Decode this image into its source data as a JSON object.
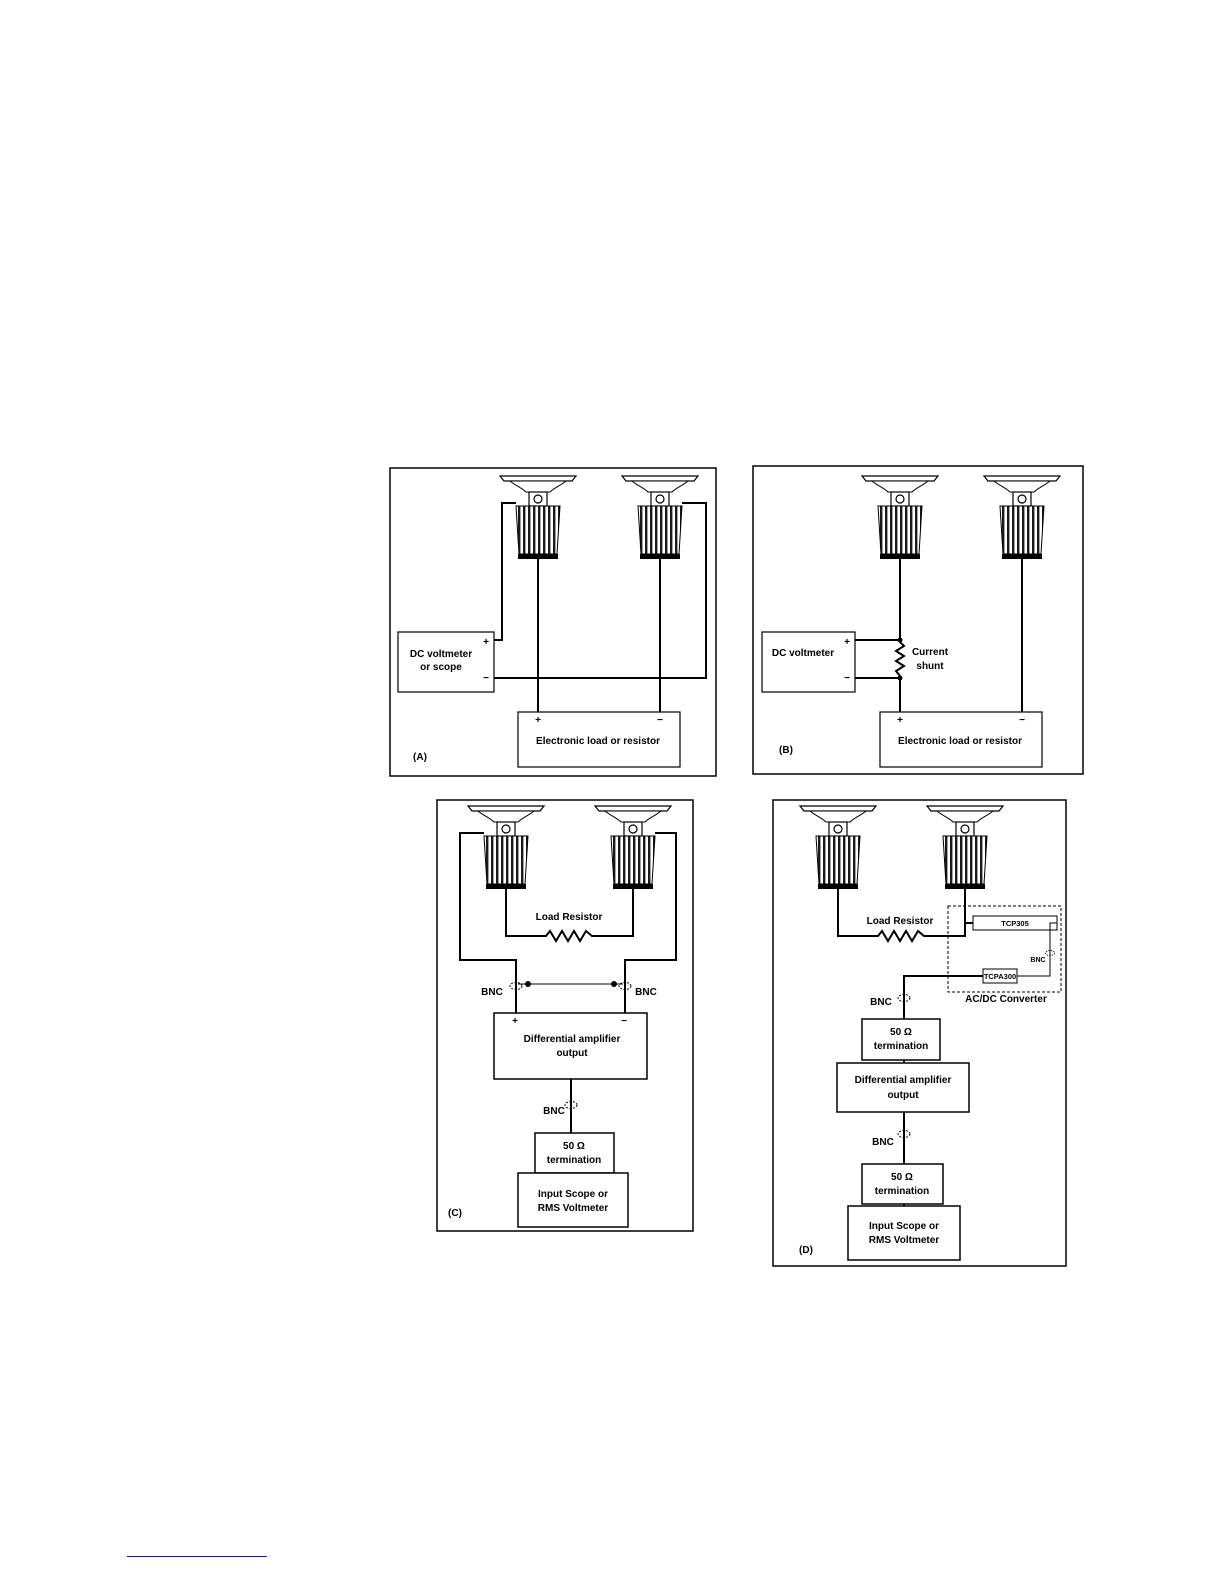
{
  "panel_a": {
    "tag": "(A)",
    "meter_line1": "DC voltmeter",
    "meter_line2": "or scope",
    "plus": "+",
    "minus": "−",
    "load_label": "Electronic load or resistor"
  },
  "panel_b": {
    "tag": "(B)",
    "meter_label": "DC voltmeter",
    "shunt_line1": "Current",
    "shunt_line2": "shunt",
    "plus": "+",
    "minus": "−",
    "load_label": "Electronic load or resistor"
  },
  "panel_c": {
    "tag": "(C)",
    "resistor_label": "Load Resistor",
    "bnc": "BNC",
    "amp_line1": "Differential amplifier",
    "amp_line2": "output",
    "plus": "+",
    "minus": "−",
    "term_line1": "50 Ω",
    "term_line2": "termination",
    "scope_line1": "Input Scope or",
    "scope_line2": "RMS Voltmeter"
  },
  "panel_d": {
    "tag": "(D)",
    "resistor_label": "Load Resistor",
    "probe": "TCP305",
    "probe_amp": "TCPA300",
    "bnc": "BNC",
    "converter_label": "AC/DC Converter",
    "term_line1": "50 Ω",
    "term_line2": "termination",
    "amp_line1": "Differential amplifier",
    "amp_line2": "output",
    "scope_line1": "Input Scope or",
    "scope_line2": "RMS Voltmeter"
  }
}
